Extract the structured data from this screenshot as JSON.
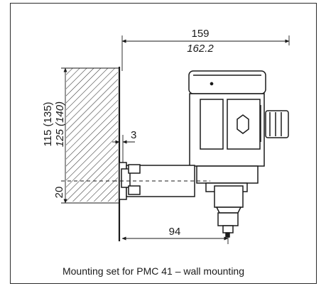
{
  "dimensions": {
    "overall_width": "159",
    "overall_width_alt": "162.2",
    "wall_height": "115 (135)",
    "wall_height_alt": "125 (140)",
    "plate_thickness": "3",
    "bracket_offset": "20",
    "bracket_length": "94"
  },
  "caption": "Mounting set for PMC 41 – wall mounting"
}
